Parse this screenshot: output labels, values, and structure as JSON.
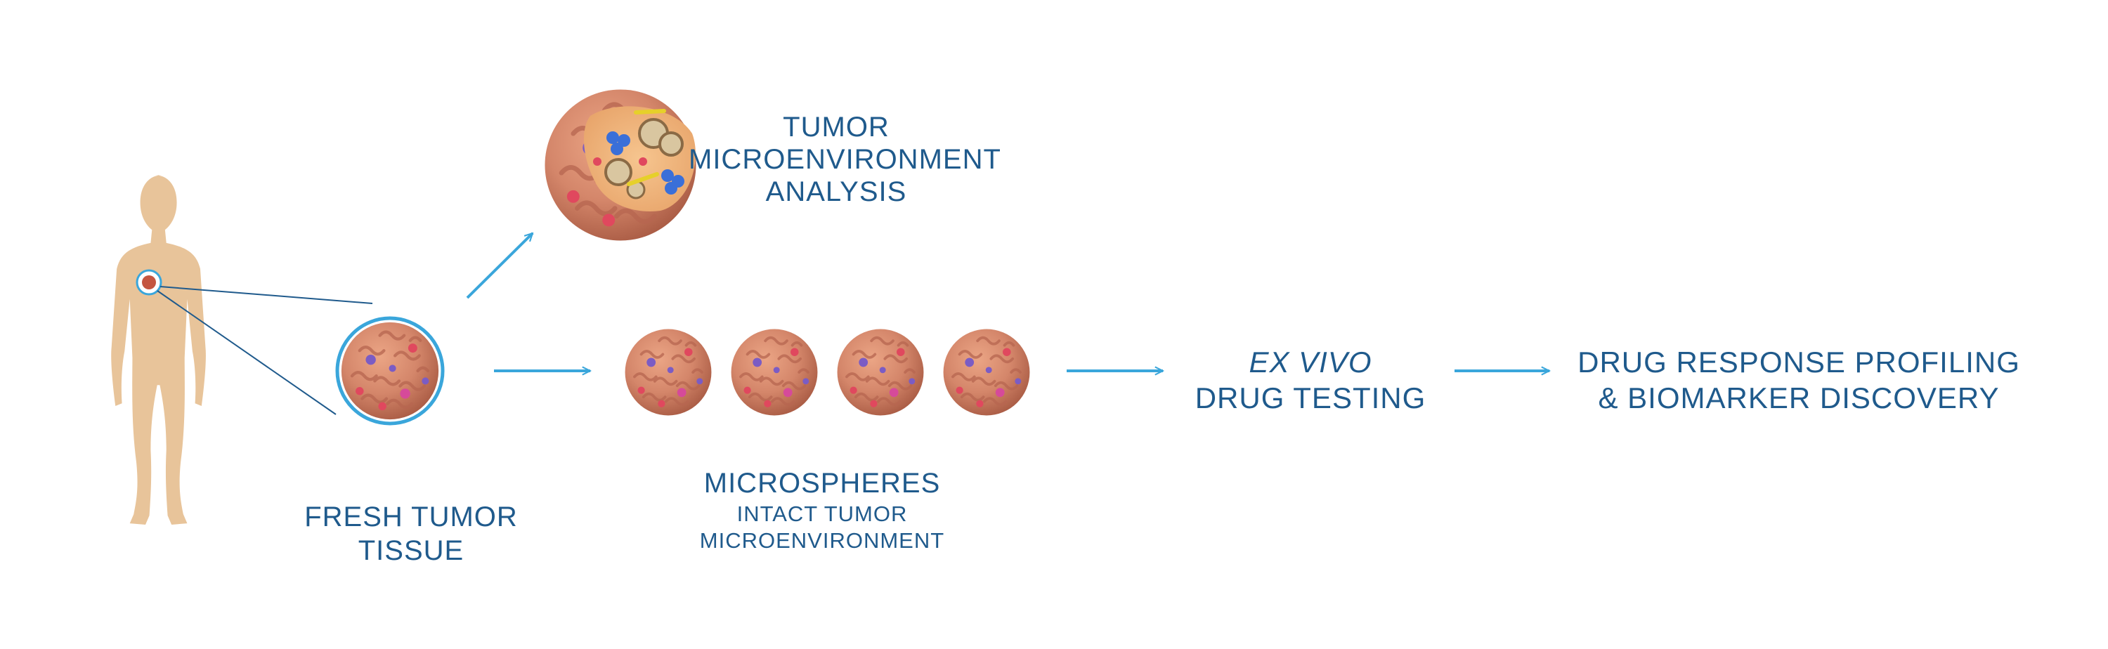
{
  "colors": {
    "accent_line": "#3aa6db",
    "text": "#1f5a8c",
    "body_silhouette": "#e8c49a",
    "tumor_base": "#d4866a",
    "tumor_dark": "#b86850"
  },
  "labels": {
    "tme_analysis": [
      "TUMOR",
      "MICROENVIRONMENT",
      "ANALYSIS"
    ],
    "fresh_tumor": [
      "FRESH TUMOR",
      "TISSUE"
    ],
    "microspheres_title": "MICROSPHERES",
    "microspheres_sub": [
      "INTACT TUMOR",
      "MICROENVIRONMENT"
    ],
    "ex_vivo_italic": "EX VIVO",
    "ex_vivo_rest": "DRUG TESTING",
    "profiling": [
      "DRUG RESPONSE PROFILING",
      "& BIOMARKER DISCOVERY"
    ]
  },
  "icons": {
    "person": "human-silhouette-icon",
    "tumor": "tumor-sphere-icon",
    "arrow": "arrow-right-icon"
  }
}
